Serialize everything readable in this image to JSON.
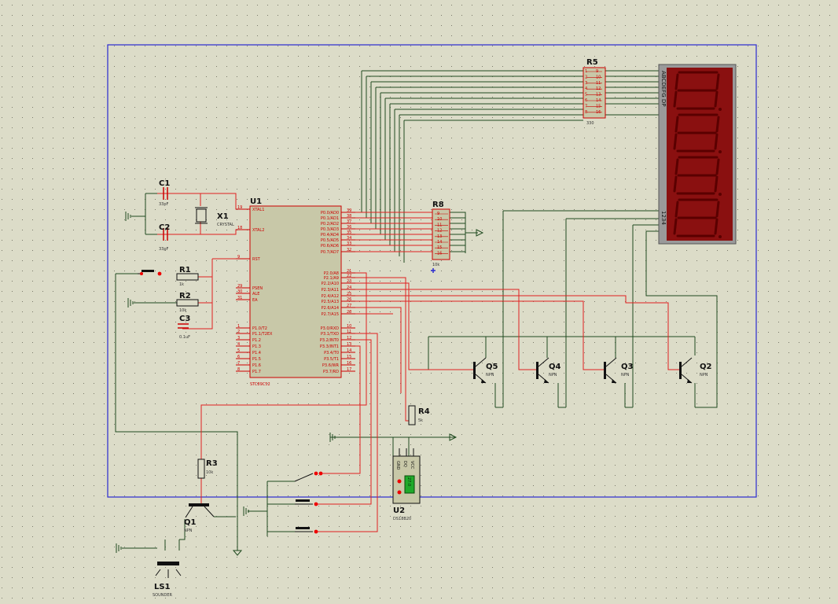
{
  "colors": {
    "background": "#dcdcc8",
    "grid_dot": "#7a7a6a",
    "sheet_border": "#2a2ad0",
    "wire_red": "#e02020",
    "wire_green": "#1f4a1f",
    "chip_fill": "#c8c8a8",
    "display_body": "#8a1010",
    "segment": "#5a0000",
    "led_red": "#e00000"
  },
  "components": {
    "u1": {
      "ref": "U1",
      "value": "STC89C52",
      "left_pins": [
        "XTAL1",
        "XTAL2",
        "RST",
        "PSEN",
        "ALE",
        "EA",
        "P1.0/T2",
        "P1.1/T2EX",
        "P1.2",
        "P1.3",
        "P1.4",
        "P1.5",
        "P1.6",
        "P1.7"
      ],
      "left_pin_numbers": [
        "19",
        "18",
        "9",
        "29",
        "30",
        "31",
        "1",
        "2",
        "3",
        "4",
        "5",
        "6",
        "7",
        "8"
      ],
      "right_pins": [
        "P0.0/AD0",
        "P0.1/AD1",
        "P0.2/AD2",
        "P0.3/AD3",
        "P0.4/AD4",
        "P0.5/AD5",
        "P0.6/AD6",
        "P0.7/AD7",
        "P2.0/A8",
        "P2.1/A9",
        "P2.2/A10",
        "P2.3/A11",
        "P2.4/A12",
        "P2.5/A13",
        "P2.6/A14",
        "P2.7/A15",
        "P3.0/RXD",
        "P3.1/TXD",
        "P3.2/INT0",
        "P3.3/INT1",
        "P3.4/T0",
        "P3.5/T1",
        "P3.6/WR",
        "P3.7/RD"
      ],
      "right_pin_numbers": [
        "39",
        "38",
        "37",
        "36",
        "35",
        "34",
        "33",
        "32",
        "21",
        "22",
        "23",
        "24",
        "25",
        "26",
        "27",
        "28",
        "10",
        "11",
        "12",
        "13",
        "14",
        "15",
        "16",
        "17"
      ]
    },
    "c1": {
      "ref": "C1",
      "value": "33pF"
    },
    "c2": {
      "ref": "C2",
      "value": "33pF"
    },
    "c3": {
      "ref": "C3",
      "value": "0.1uF"
    },
    "x1": {
      "ref": "X1",
      "value": "CRYSTAL"
    },
    "r1": {
      "ref": "R1",
      "value": "1k"
    },
    "r2": {
      "ref": "R2",
      "value": "10k"
    },
    "r3": {
      "ref": "R3",
      "value": "10k"
    },
    "r4": {
      "ref": "R4",
      "value": "5k"
    },
    "r5": {
      "ref": "R5",
      "value": "330",
      "pins": [
        "1",
        "2",
        "3",
        "4",
        "5",
        "6",
        "7",
        "8",
        "9",
        "10",
        "11",
        "12",
        "13",
        "14",
        "15",
        "16"
      ]
    },
    "r8": {
      "ref": "R8",
      "value": "10k",
      "pins": [
        "9",
        "10",
        "11",
        "12",
        "13",
        "14",
        "15",
        "16"
      ]
    },
    "q1": {
      "ref": "Q1",
      "value": "NPN"
    },
    "q2": {
      "ref": "Q2",
      "value": "NPN"
    },
    "q3": {
      "ref": "Q3",
      "value": "NPN"
    },
    "q4": {
      "ref": "Q4",
      "value": "NPN"
    },
    "q5": {
      "ref": "Q5",
      "value": "NPN"
    },
    "u2": {
      "ref": "U2",
      "value": "DS18B20",
      "pin_labels": [
        "GND",
        "DQ",
        "VCC"
      ],
      "readout": "27.0"
    },
    "ls1": {
      "ref": "LS1",
      "value": "SOUNDER"
    },
    "display": {
      "segment_pins": "ABCDEFG DP",
      "digit_pins": "1234",
      "digits": [
        "8",
        "8",
        "8",
        "8"
      ]
    }
  }
}
